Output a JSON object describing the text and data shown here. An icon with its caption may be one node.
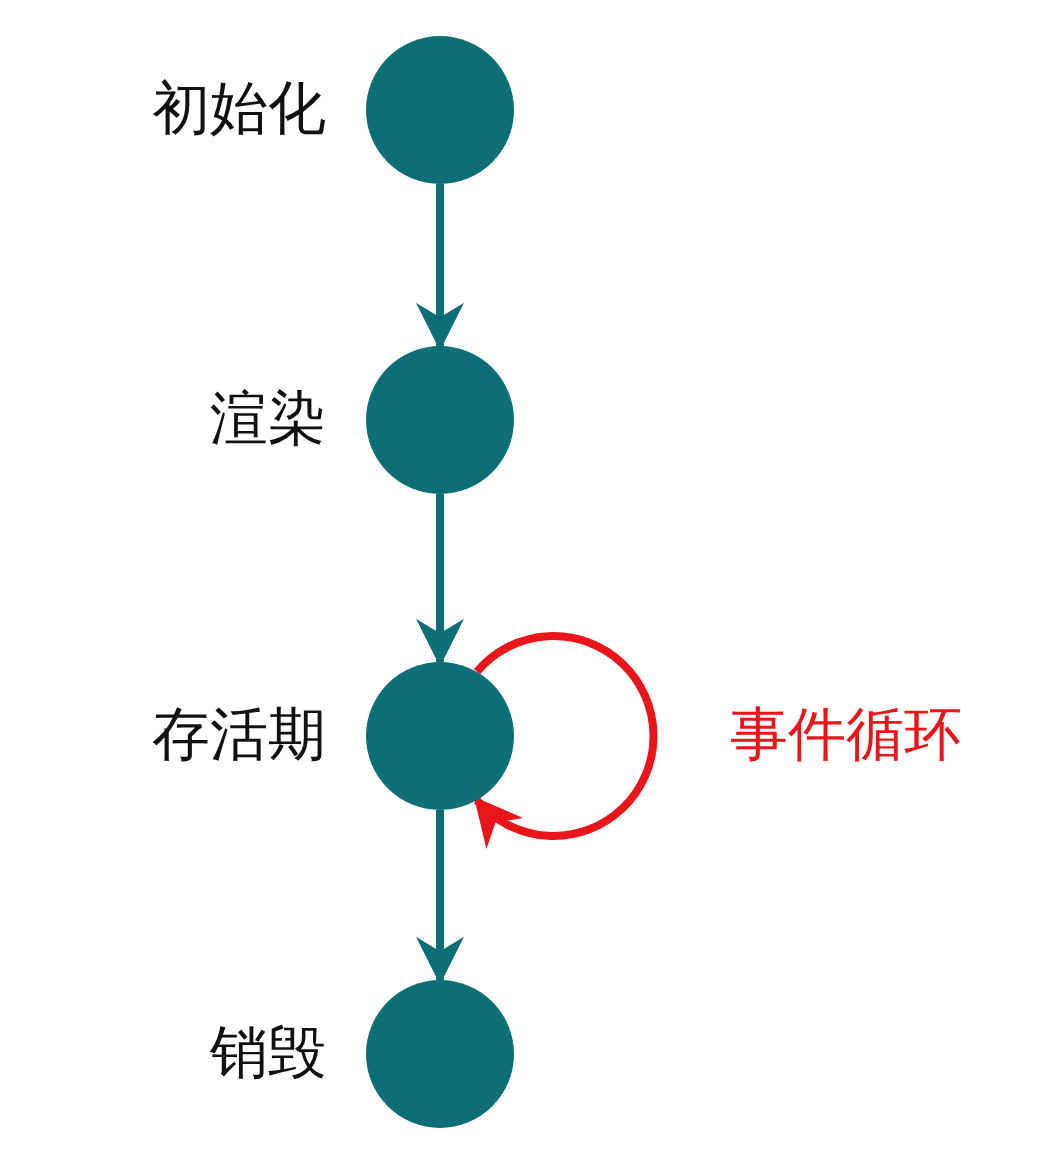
{
  "diagram": {
    "nodes": [
      {
        "text": [],
        "shape": "circle",
        "beside": [
          "初始化"
        ]
      },
      {
        "text": [],
        "shape": "circle",
        "beside": [
          "渲染"
        ]
      },
      {
        "text": [],
        "shape": "circle",
        "beside": [
          "存活期"
        ]
      },
      {
        "text": [],
        "shape": "circle",
        "beside": [
          "销毁"
        ]
      }
    ],
    "edges": [
      {
        "from": 0,
        "to": 1,
        "arrow": "to"
      },
      {
        "from": 1,
        "to": 2,
        "arrow": "to"
      },
      {
        "from": 2,
        "to": 3,
        "arrow": "to"
      },
      {
        "from": 2,
        "to": 2,
        "arrow": "to",
        "label": "事件循环",
        "color": "#e8161b"
      }
    ]
  }
}
